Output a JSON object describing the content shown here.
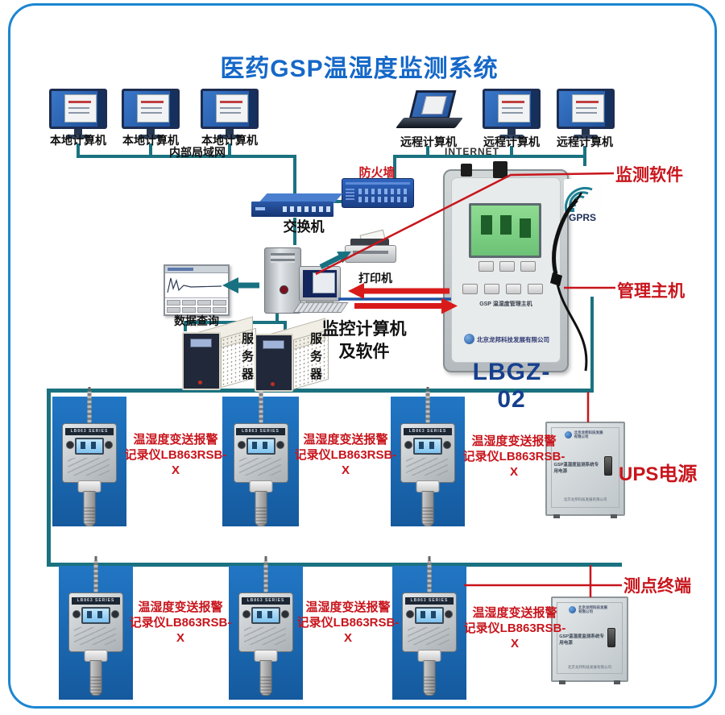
{
  "title": "医药GSP温湿度监测系统",
  "computers": {
    "local": [
      "本地计算机",
      "本地计算机",
      "本地计算机"
    ],
    "lan": "内部局域网",
    "remote": [
      "远程计算机",
      "远程计算机",
      "远程计算机"
    ],
    "internet": "INTERNET"
  },
  "network": {
    "firewall": "防火墙",
    "switch": "交换机",
    "printer": "打印机",
    "data_query": "数据查询",
    "server": "服务器",
    "monitor_pc": "监控计算机\n及软件"
  },
  "host": {
    "model": "LBGZ-02",
    "panel_title": "GSP 温湿度管理主机",
    "company": "北京龙邦科技发展有限公司",
    "gprs": "GPRS",
    "sensor_header": "LB863 SERIES"
  },
  "callouts": {
    "software": "监测软件",
    "host": "管理主机",
    "ups": "UPS电源",
    "terminal": "测点终端"
  },
  "sensor": {
    "line1": "温湿度变送报警",
    "line2": "记录仪LB863RSB-X"
  },
  "cabinet": {
    "panel_text": "GSP温湿度监测系统专用电源",
    "company": "北京龙邦科技发展有限公司"
  },
  "colors": {
    "accent_blue": "#1568c8",
    "line_teal": "#1a7280",
    "callout_red": "#c8151c",
    "sensor_panel_blue": "#1b6cb8",
    "frame_blue": "#1c86d2"
  }
}
